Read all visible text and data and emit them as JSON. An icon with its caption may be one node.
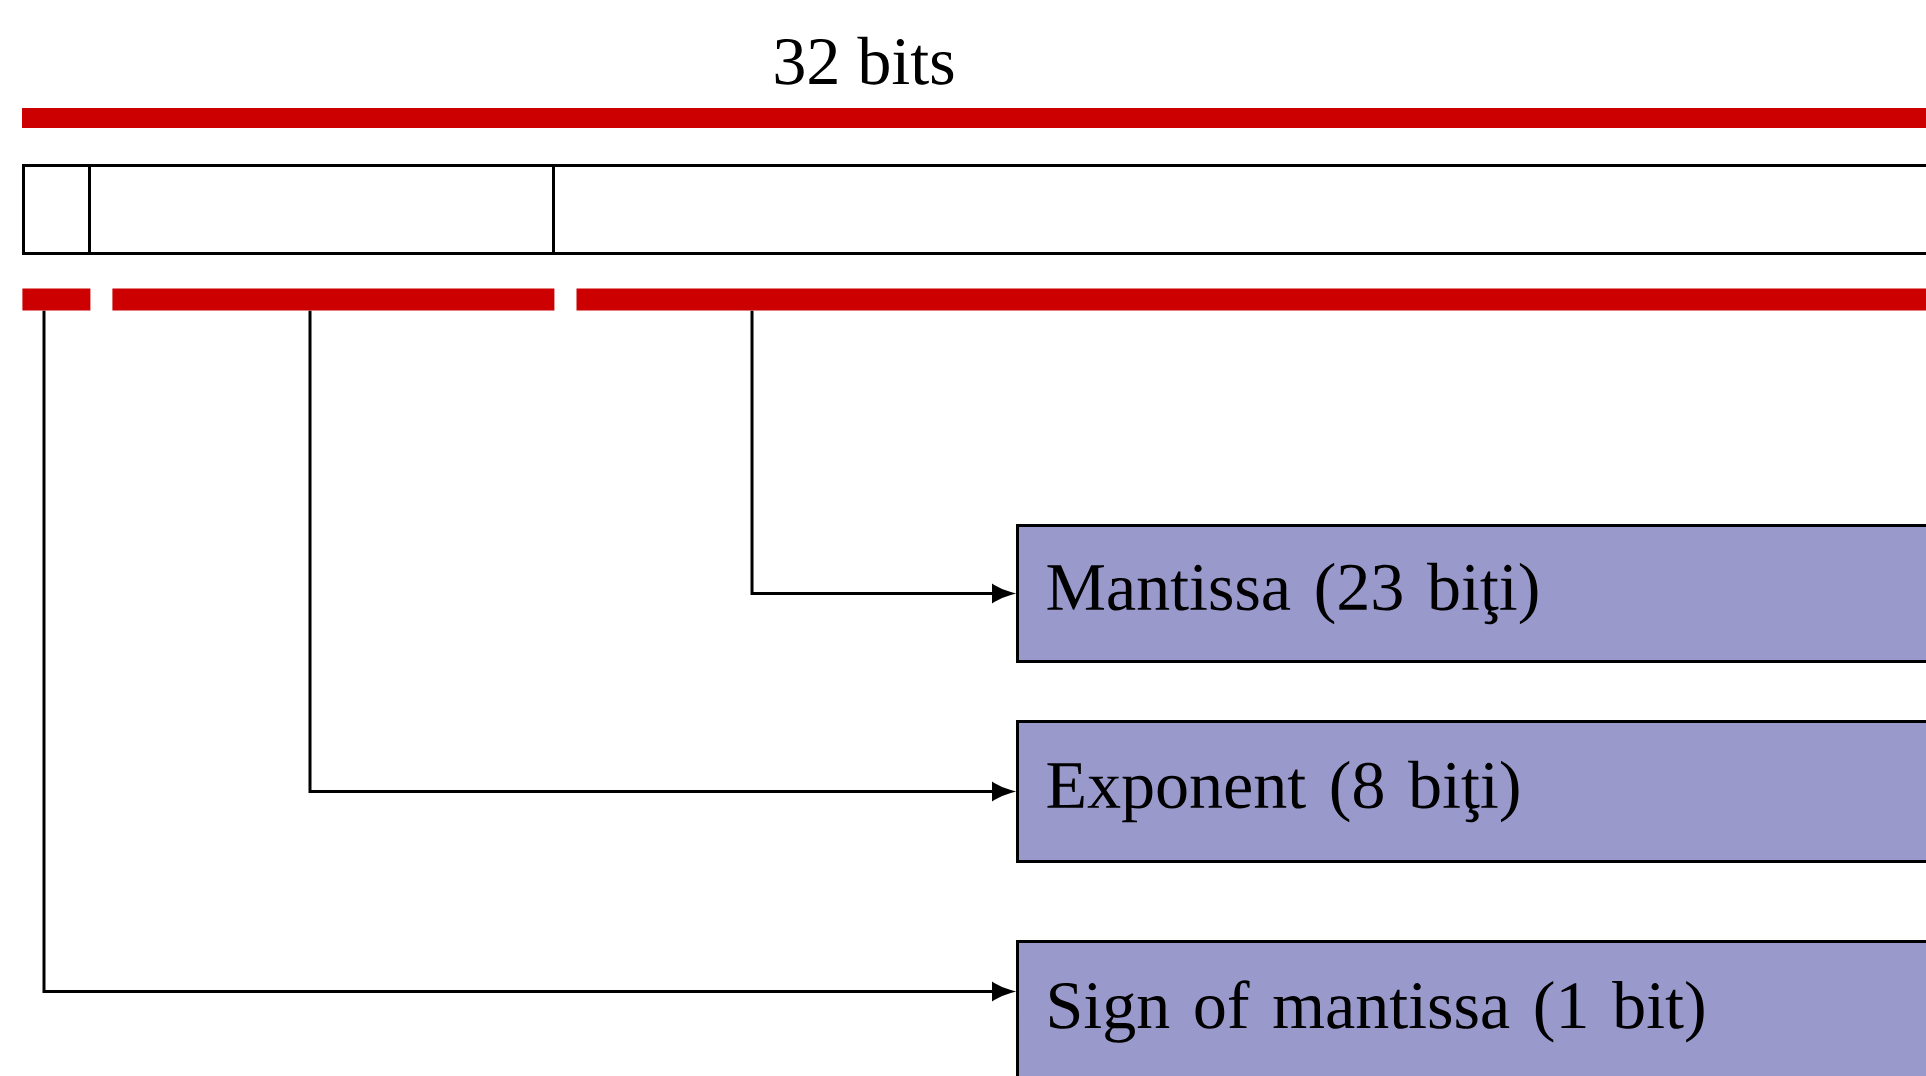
{
  "diagram": {
    "nodes": [
      {
        "text": [],
        "shape": "box"
      },
      {
        "text": [],
        "shape": "box"
      },
      {
        "text": [],
        "shape": "box"
      },
      {
        "text": [],
        "shape": "bar"
      },
      {
        "text": [],
        "shape": "bar"
      },
      {
        "text": [],
        "shape": "bar"
      },
      {
        "text": [
          "Mantissa (23 biţi)"
        ]
      },
      {
        "text": [
          "Exponent (8 biţi)"
        ]
      },
      {
        "text": [
          "Sign of mantissa (1 bit)"
        ]
      }
    ],
    "edges": [
      {
        "from": 5,
        "to": 6,
        "arrow": "to"
      },
      {
        "from": 4,
        "to": 7,
        "arrow": "to"
      },
      {
        "from": 3,
        "to": 8,
        "arrow": "to"
      }
    ],
    "labels": [
      "32 bits"
    ]
  }
}
